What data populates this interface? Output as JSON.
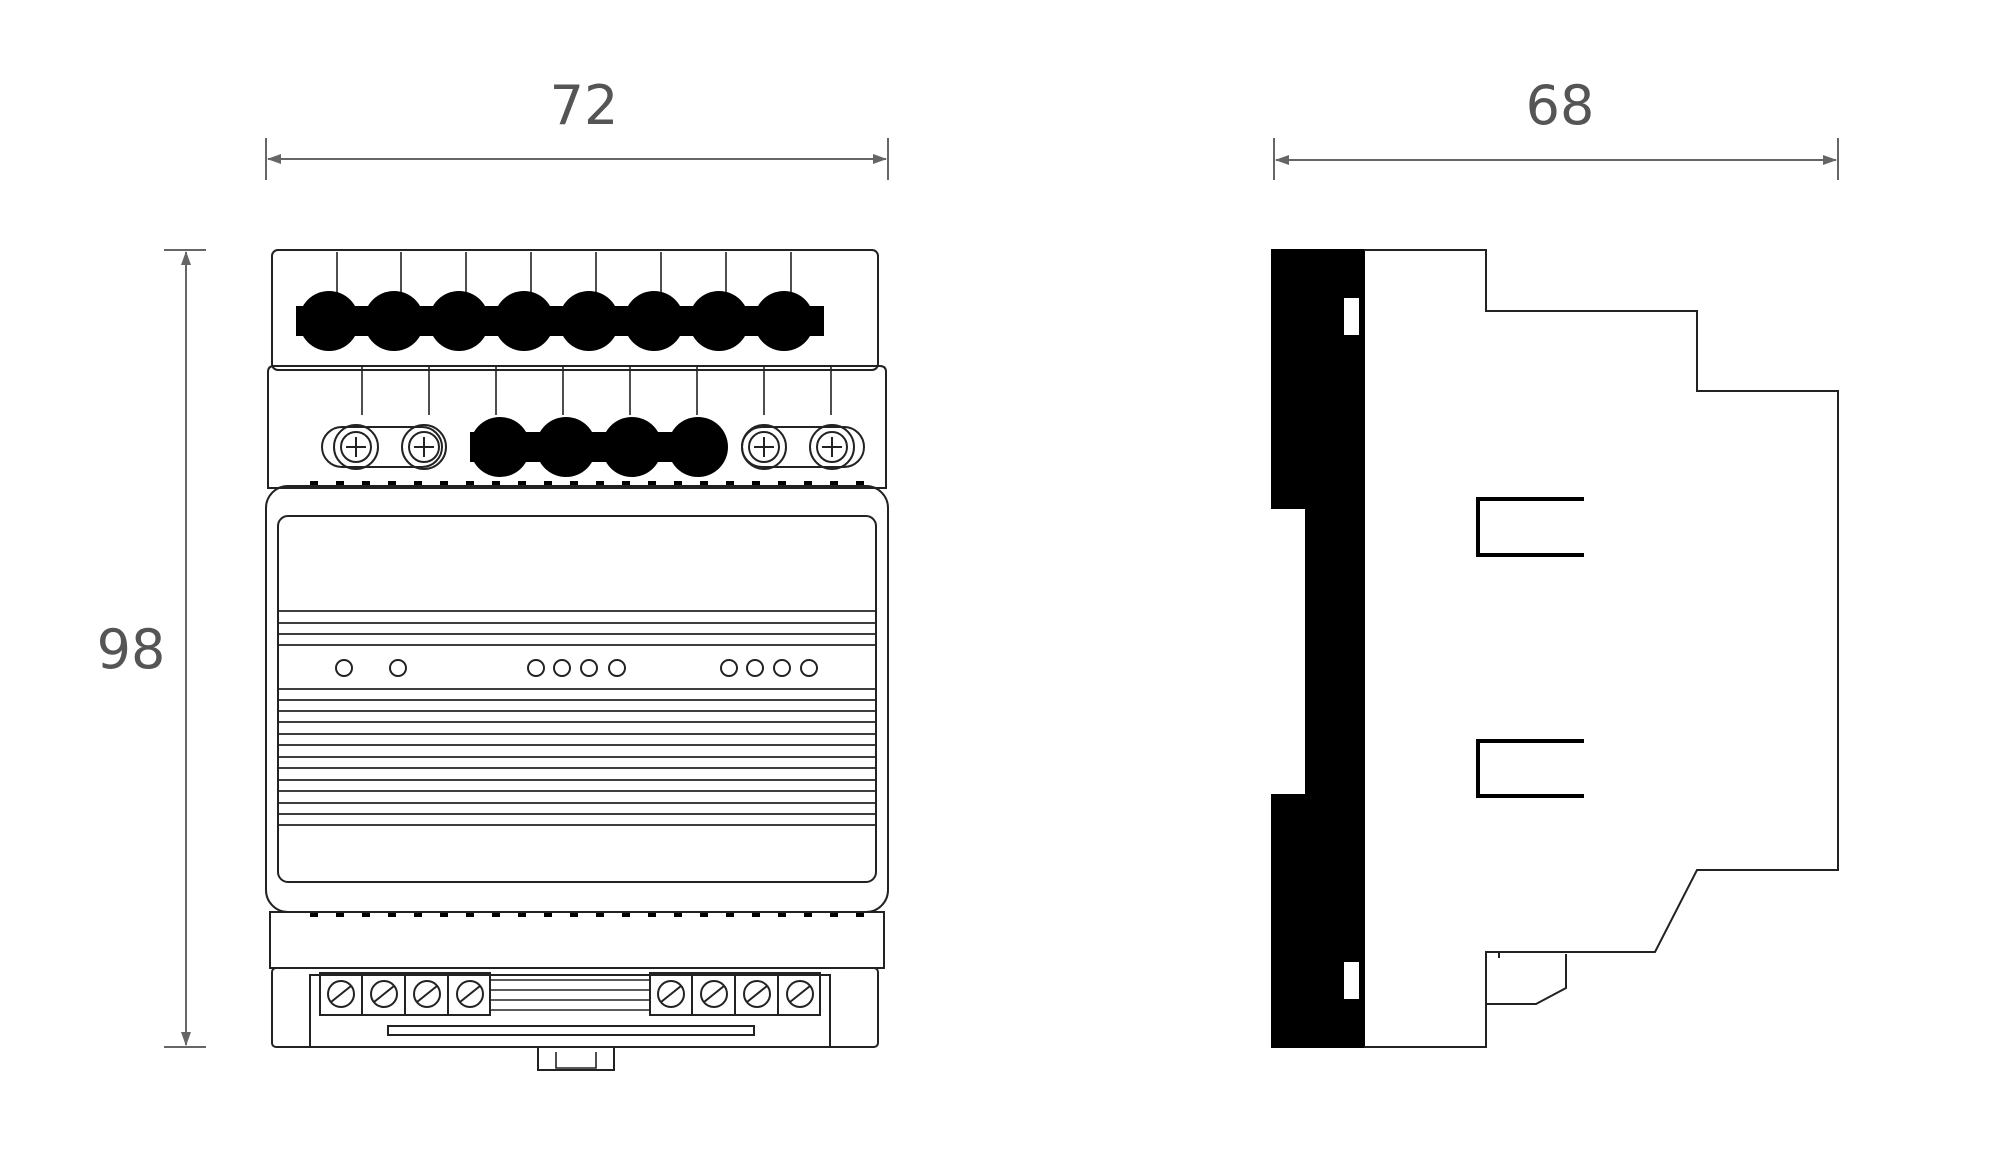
{
  "dimensions": {
    "front_width": "72",
    "side_depth": "68",
    "height": "98"
  },
  "colors": {
    "line": "#222222",
    "dimension": "#666666",
    "fill_dark": "#000000",
    "background": "#ffffff"
  }
}
